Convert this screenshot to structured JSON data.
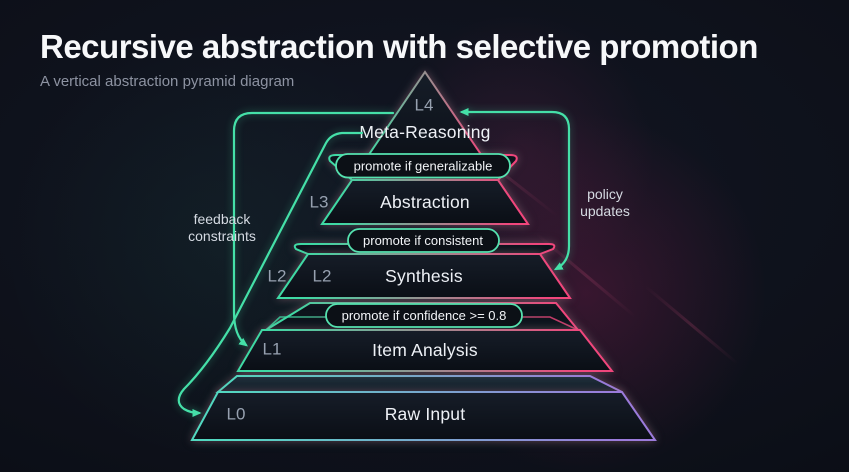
{
  "header": {
    "title": "Recursive abstraction with selective promotion",
    "subtitle": "A vertical abstraction pyramid diagram"
  },
  "pyramid": {
    "levels": [
      {
        "code": "L4",
        "title": "Meta-Reasoning"
      },
      {
        "code": "L3",
        "title": "Abstraction"
      },
      {
        "code": "L2",
        "outer_code": "L2",
        "title": "Synthesis"
      },
      {
        "code": "L1",
        "title": "Item Analysis"
      },
      {
        "code": "L0",
        "title": "Raw Input"
      }
    ],
    "pills": [
      {
        "label": "promote if generalizable"
      },
      {
        "label": "promote if consistent"
      },
      {
        "label": "promote if confidence >= 0.8"
      }
    ]
  },
  "annotations": {
    "feedback": {
      "line1": "feedback",
      "line2": "constraints"
    },
    "policy": {
      "line1": "policy",
      "line2": "updates"
    }
  },
  "colors": {
    "background": "#0d1019",
    "teal_accent": "#3fd9a4",
    "pink_accent": "#f0467c",
    "purple_accent": "#9b7bdb",
    "pill_border": "#55e2af"
  }
}
